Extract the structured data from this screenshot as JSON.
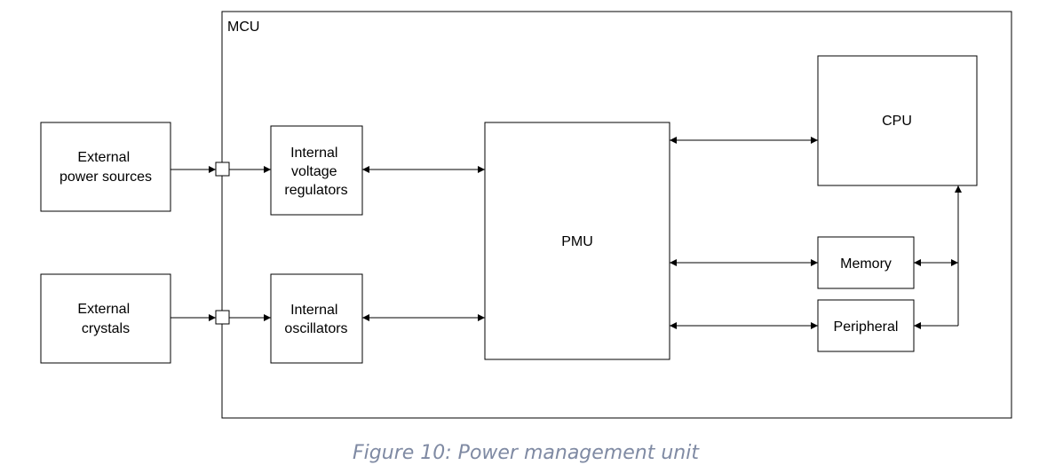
{
  "diagram": {
    "container_label": "MCU",
    "blocks": {
      "external_power": [
        "External",
        "power sources"
      ],
      "external_crystals": [
        "External",
        "crystals"
      ],
      "voltage_regulators": [
        "Internal",
        "voltage",
        "regulators"
      ],
      "oscillators": [
        "Internal",
        "oscillators"
      ],
      "pmu": [
        "PMU"
      ],
      "cpu": [
        "CPU"
      ],
      "memory": [
        "Memory"
      ],
      "peripheral": [
        "Peripheral"
      ]
    },
    "caption": "Figure 10: Power management unit"
  }
}
